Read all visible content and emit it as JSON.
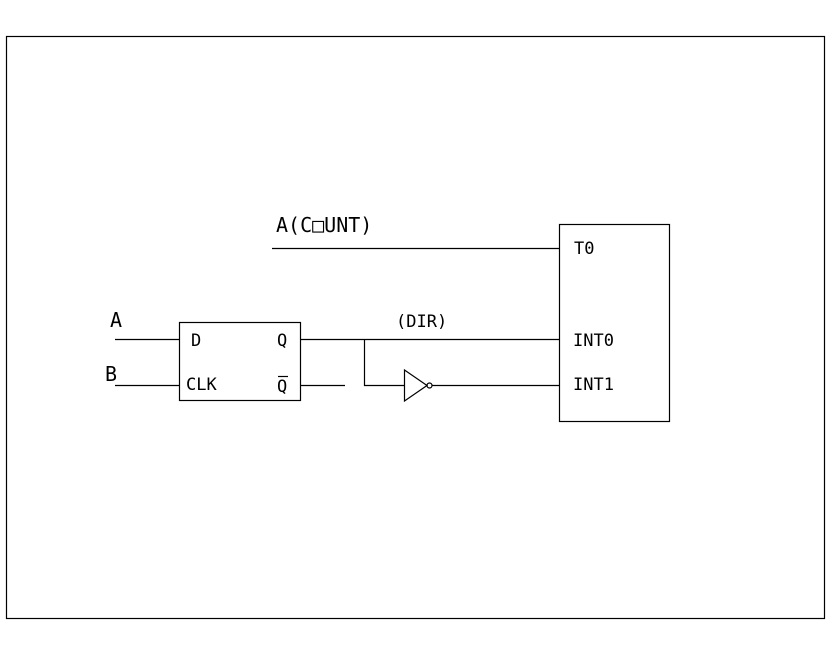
{
  "diagram": {
    "type": "logic-circuit",
    "signals": {
      "count_label": "A(C□UNT)",
      "dir_label": "(DIR)",
      "input_a": "A",
      "input_b": "B"
    },
    "flip_flop": {
      "pin_d": "D",
      "pin_clk": "CLK",
      "pin_q": "Q",
      "pin_qbar": "Q"
    },
    "microcontroller": {
      "pin_t0": "T0",
      "pin_int0": "INT0",
      "pin_int1": "INT1"
    },
    "inverter": {
      "name": "NOT gate"
    }
  }
}
